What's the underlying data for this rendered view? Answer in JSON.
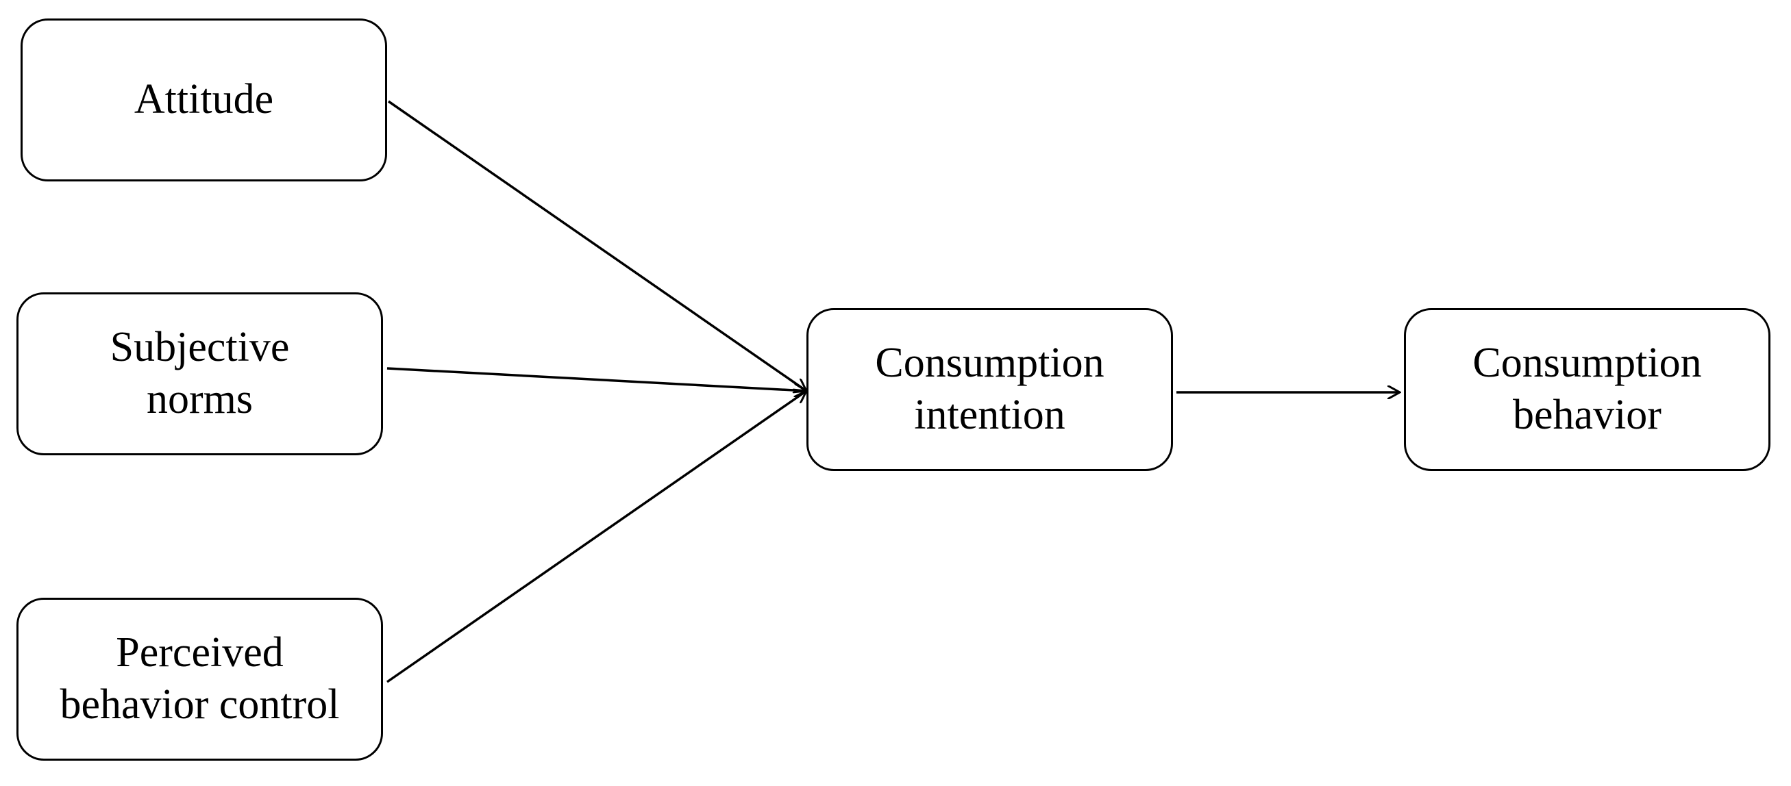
{
  "nodes": {
    "attitude": {
      "lines": [
        "Attitude"
      ]
    },
    "subjective_norms": {
      "lines": [
        "Subjective",
        "norms"
      ]
    },
    "perceived_behavior_control": {
      "lines": [
        "Perceived",
        "behavior control"
      ]
    },
    "consumption_intention": {
      "lines": [
        "Consumption",
        "intention"
      ]
    },
    "consumption_behavior": {
      "lines": [
        "Consumption",
        "behavior"
      ]
    }
  },
  "edges": [
    {
      "from": "attitude",
      "to": "consumption_intention"
    },
    {
      "from": "subjective_norms",
      "to": "consumption_intention"
    },
    {
      "from": "perceived_behavior_control",
      "to": "consumption_intention"
    },
    {
      "from": "consumption_intention",
      "to": "consumption_behavior"
    }
  ],
  "colors": {
    "stroke": "#000000",
    "background": "#ffffff",
    "text": "#000000"
  }
}
